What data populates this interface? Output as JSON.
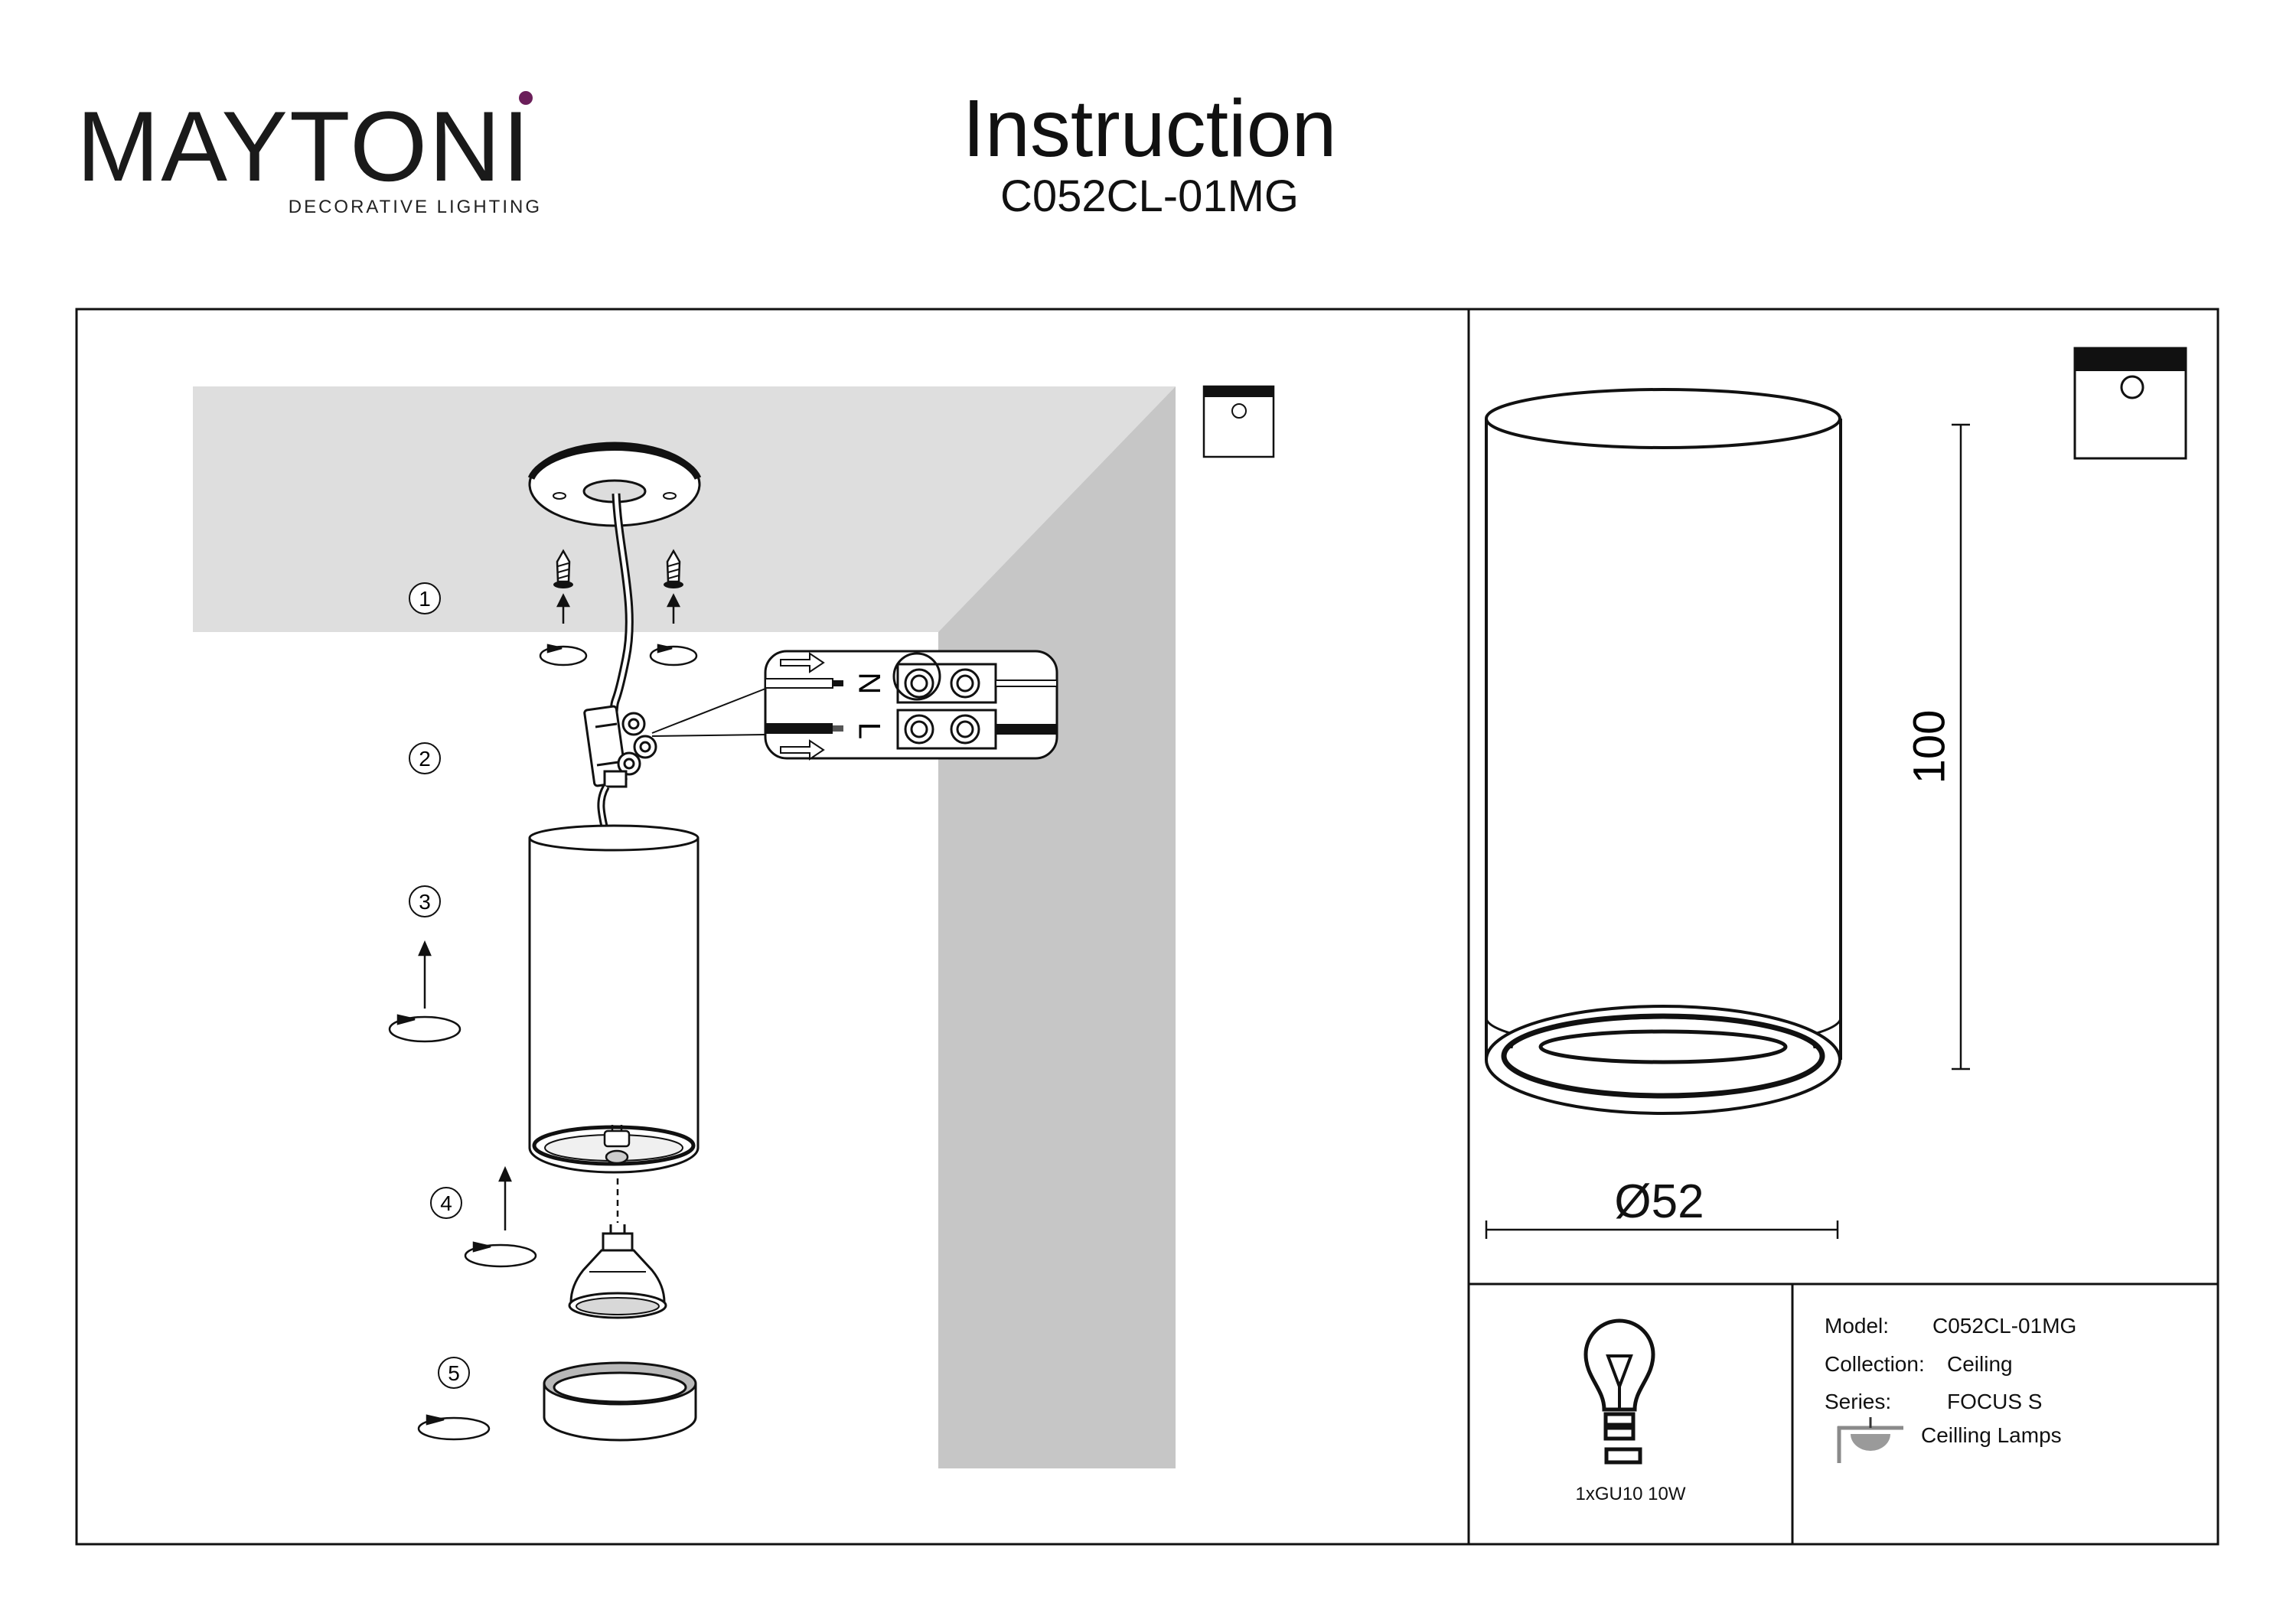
{
  "brand": {
    "name": "MAYTONI",
    "tagline": "DECORATIVE LIGHTING",
    "accent_color": "#6b1f5a"
  },
  "header": {
    "title": "Instruction",
    "model_code": "C052CL-01MG"
  },
  "assembly": {
    "steps": [
      "1",
      "2",
      "3",
      "4",
      "5"
    ],
    "wiring": {
      "neutral_label": "N",
      "live_label": "L"
    }
  },
  "dimensions": {
    "height": "100",
    "diameter": "Ø52"
  },
  "lamp": {
    "spec": "1xGU10 10W",
    "icon": "light-bulb-icon"
  },
  "specs": {
    "model_label": "Model:",
    "model_value": "C052CL-01MG",
    "collection_label": "Collection:",
    "collection_value": "Ceiling",
    "series_label": "Series:",
    "series_value": "FOCUS S",
    "category": "Ceilling Lamps",
    "category_icon": "ceiling-lamp-icon"
  },
  "colors": {
    "ceiling": "#dedede",
    "wall": "#c6c6c6",
    "line": "#111111"
  }
}
